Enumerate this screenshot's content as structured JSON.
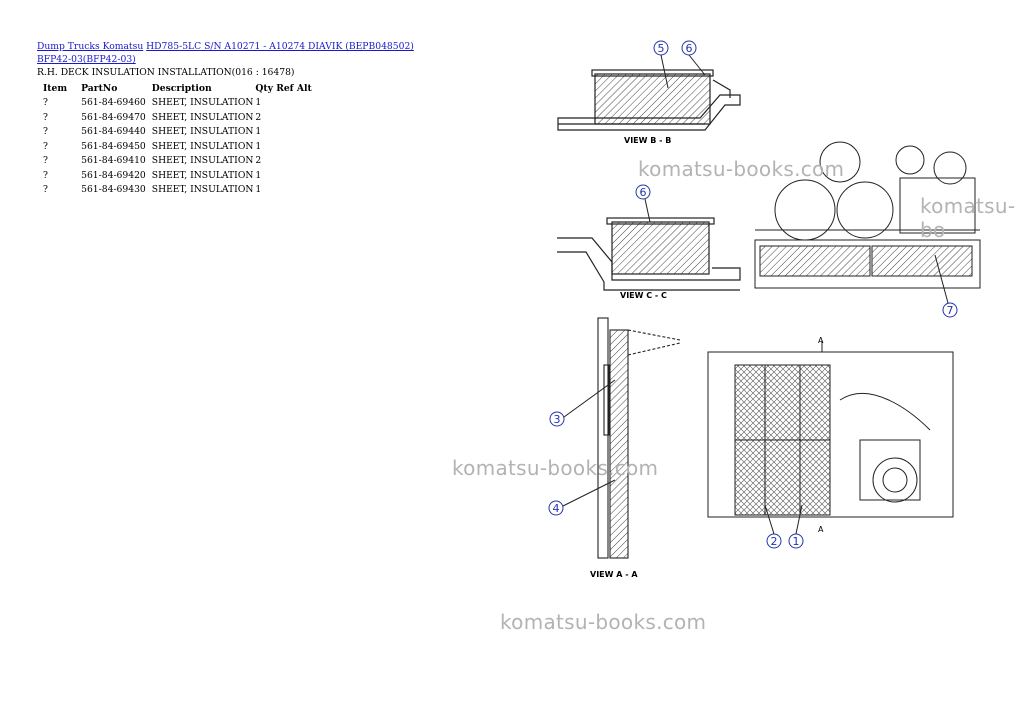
{
  "breadcrumb": {
    "link1": "Dump Trucks Komatsu",
    "link2": "HD785-5LC S/N A10271 - A10274 DIAVIK (BEPB048502)",
    "link3": "BFP42-03(BFP42-03)"
  },
  "section_title": "R.H. DECK INSULATION INSTALLATION(016 : 16478)",
  "table": {
    "headers": [
      "Item",
      "PartNo",
      "Description",
      "Qty",
      "Ref",
      "Alt"
    ],
    "rows": [
      {
        "item": "?",
        "part": "561-84-69460",
        "desc": "SHEET, INSULATION",
        "qty": "1"
      },
      {
        "item": "?",
        "part": "561-84-69470",
        "desc": "SHEET, INSULATION",
        "qty": "2"
      },
      {
        "item": "?",
        "part": "561-84-69440",
        "desc": "SHEET, INSULATION",
        "qty": "1"
      },
      {
        "item": "?",
        "part": "561-84-69450",
        "desc": "SHEET, INSULATION",
        "qty": "1"
      },
      {
        "item": "?",
        "part": "561-84-69410",
        "desc": "SHEET, INSULATION",
        "qty": "2"
      },
      {
        "item": "?",
        "part": "561-84-69420",
        "desc": "SHEET, INSULATION",
        "qty": "1"
      },
      {
        "item": "?",
        "part": "561-84-69430",
        "desc": "SHEET, INSULATION",
        "qty": "1"
      }
    ]
  },
  "drawing": {
    "view_b": "VIEW B - B",
    "view_c": "VIEW C - C",
    "view_a": "VIEW A - A",
    "arrow_a": "A",
    "callouts": [
      "1",
      "2",
      "3",
      "4",
      "5",
      "6",
      "7"
    ]
  },
  "watermark": "komatsu-books.com",
  "watermark_partial": "komatsu-bo"
}
